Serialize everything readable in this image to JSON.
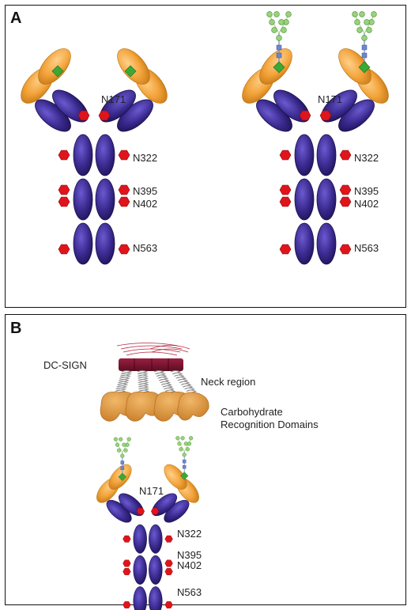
{
  "panels": {
    "a": {
      "letter": "A"
    },
    "b": {
      "letter": "B"
    }
  },
  "glycosites": {
    "n171": "N171",
    "n322": "N322",
    "n395": "N395",
    "n402": "N402",
    "n563": "N563"
  },
  "dcsign": {
    "name": "DC-SIGN",
    "neck": "Neck region",
    "crd_line1": "Carbohydrate",
    "crd_line2": "Recognition Domains"
  },
  "colors": {
    "fab_orange": "#f2a33a",
    "domain_purple": "#3b2a8f",
    "hexagon_red": "#e0141b",
    "diamond_green": "#3aa935",
    "glycan_circle": "#9bd17c",
    "glycan_square": "#6f86c9",
    "neck_maroon": "#7b1530",
    "crd_orange": "#d9923b"
  }
}
